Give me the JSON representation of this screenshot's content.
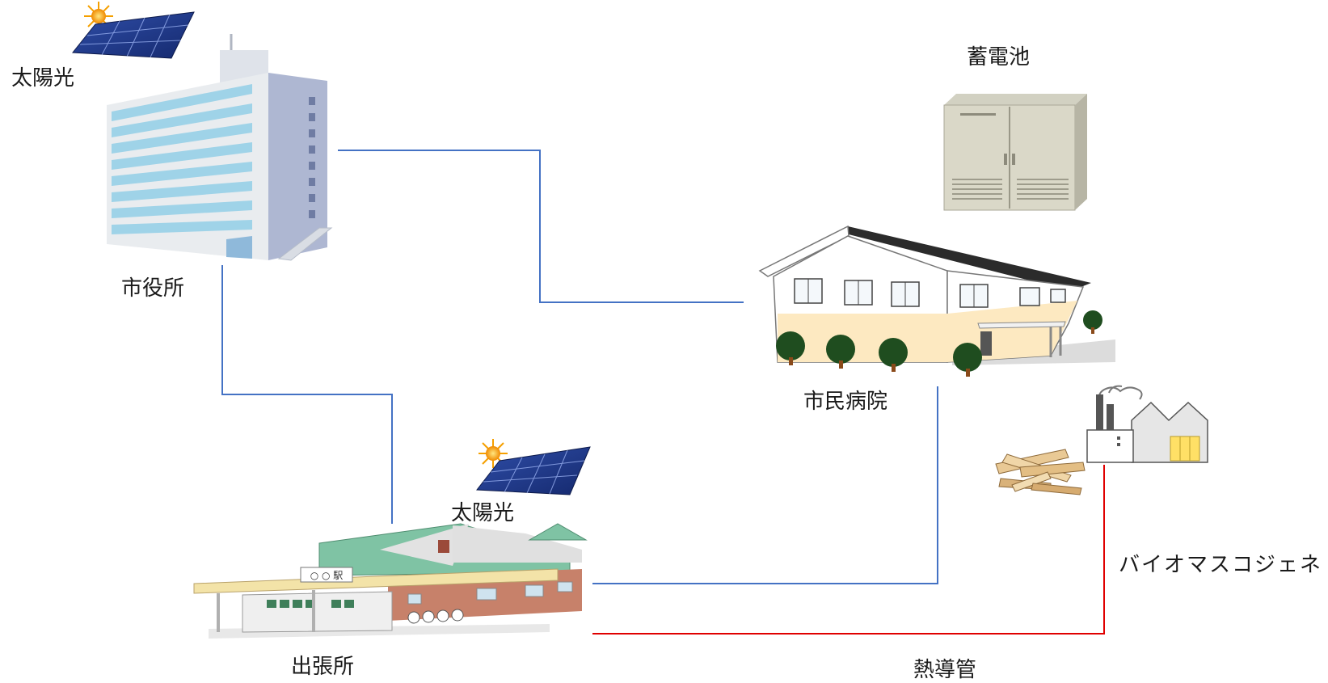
{
  "labels": {
    "solar_city_hall": "太陽光",
    "city_hall": "市役所",
    "battery": "蓄電池",
    "hospital": "市民病院",
    "solar_branch": "太陽光",
    "branch_office": "出張所",
    "station_sign": "○ ○ 駅",
    "biomass": "バイオマスコジェネ",
    "heat_pipe": "熱導管"
  },
  "colors": {
    "power_line": "#4472c4",
    "heat_line": "#e00000"
  }
}
